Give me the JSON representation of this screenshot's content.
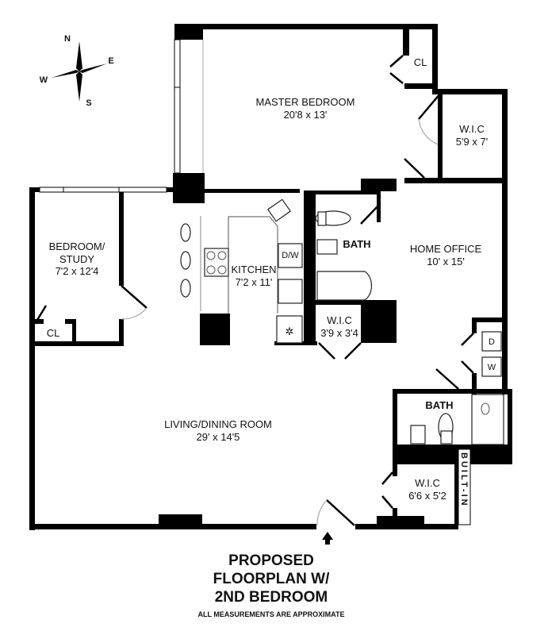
{
  "compass": {
    "n": "N",
    "s": "S",
    "e": "E",
    "w": "W"
  },
  "rooms": {
    "master_bedroom": {
      "name": "MASTER BEDROOM",
      "size": "20'8 x 13'"
    },
    "cl_master": {
      "name": "CL"
    },
    "wic_master": {
      "name": "W.I.C",
      "size": "5'9 x 7'"
    },
    "bedroom_study": {
      "name1": "BEDROOM/",
      "name2": "STUDY",
      "size": "7'2 x 12'4"
    },
    "cl_study": {
      "name": "CL"
    },
    "kitchen": {
      "name": "KITCHEN",
      "size": "7'2 x 11'"
    },
    "dw": {
      "name": "D/W"
    },
    "bath1": {
      "name": "BATH"
    },
    "wic_small": {
      "name": "W.I.C",
      "size": "3'9 x 3'4"
    },
    "home_office": {
      "name": "HOME OFFICE",
      "size": "10' x 15'"
    },
    "dryer": {
      "name": "D"
    },
    "washer": {
      "name": "W"
    },
    "bath2": {
      "name": "BATH"
    },
    "wic_entry": {
      "name": "W.I.C",
      "size": "6'6 x 5'2"
    },
    "built_in": {
      "name": "BUILT-IN"
    },
    "living_dining": {
      "name": "LIVING/DINING ROOM",
      "size": "29' x 14'5"
    }
  },
  "title": {
    "line1": "PROPOSED",
    "line2": "FLOORPLAN W/",
    "line3": "2ND BEDROOM"
  },
  "note": "ALL MEASUREMENTS ARE APPROXIMATE"
}
